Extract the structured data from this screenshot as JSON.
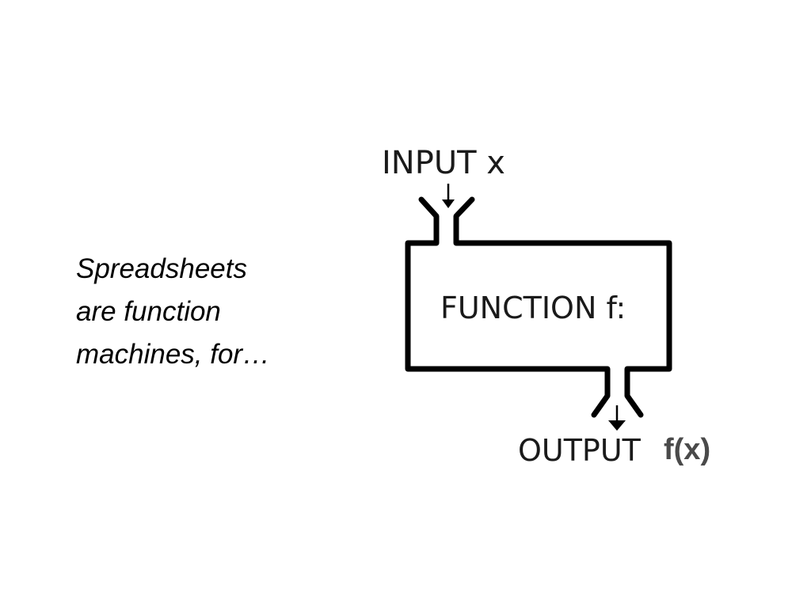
{
  "caption": {
    "lines": [
      "Spreadsheets",
      "are function",
      "machines, for…"
    ]
  },
  "diagram": {
    "input_label": "INPUT x",
    "function_label": "FUNCTION f:",
    "output_label": "OUTPUT",
    "output_expression": "f(x)"
  }
}
